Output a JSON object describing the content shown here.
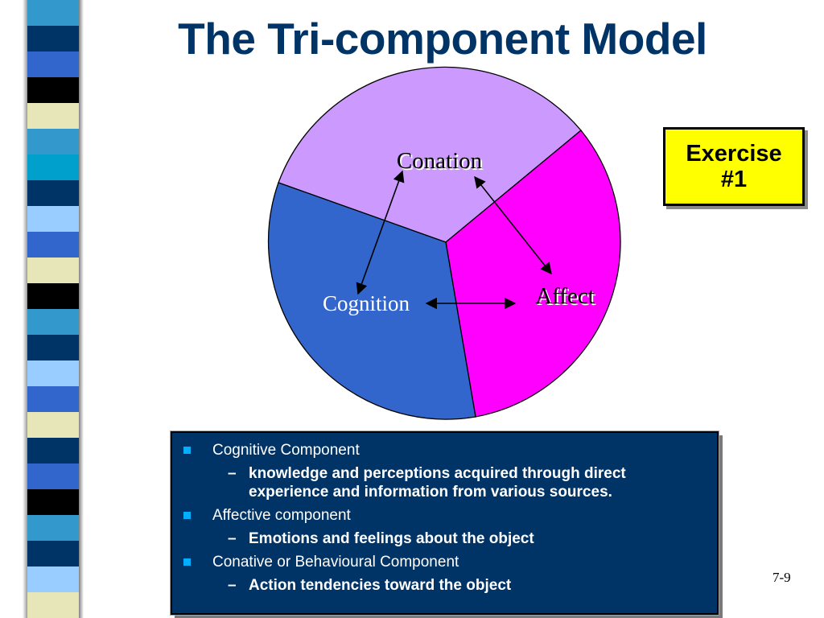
{
  "title": "The Tri-component Model",
  "diagram": {
    "segments": {
      "conation": {
        "label": "Conation",
        "color": "#cc99ff"
      },
      "affect": {
        "label": "Affect",
        "color": "#ff00ff"
      },
      "cognition": {
        "label": "Cognition",
        "color": "#3366cc"
      }
    }
  },
  "exercise": {
    "line1": "Exercise",
    "line2": "#1",
    "color": "#ffff00"
  },
  "notes": {
    "items": [
      {
        "heading": "Cognitive Component",
        "detail": "knowledge and perceptions acquired through direct experience and information from various sources."
      },
      {
        "heading": "Affective component",
        "detail": "Emotions and feelings about the object"
      },
      {
        "heading": "Conative or Behavioural Component",
        "detail": "Action tendencies toward the object"
      }
    ],
    "background": "#003366",
    "bullet_color": "#00b0ff"
  },
  "page_number": "7-9",
  "stripe_colors": [
    "#3399cc",
    "#003366",
    "#3366cc",
    "#000000",
    "#e6e6b8",
    "#3399cc",
    "#00a0cc",
    "#003366",
    "#99ccff",
    "#3366cc",
    "#e6e6b8",
    "#000000",
    "#3399cc",
    "#003366",
    "#99ccff",
    "#3366cc",
    "#e6e6b8",
    "#003366",
    "#3366cc",
    "#000000",
    "#3399cc",
    "#003366",
    "#99ccff",
    "#e6e6b8"
  ]
}
